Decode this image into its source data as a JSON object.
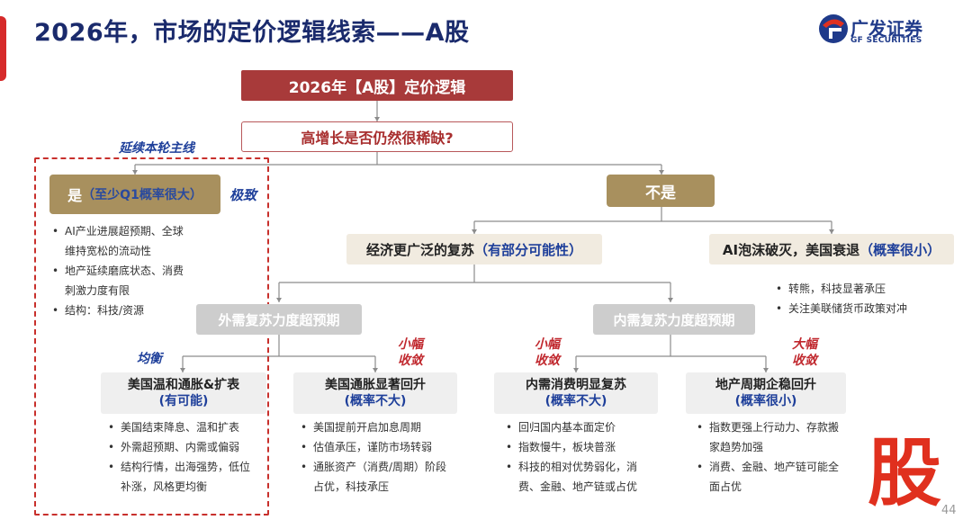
{
  "header": {
    "title": "2026年，市场的定价逻辑线索——A股",
    "logo_cn": "广发证券",
    "logo_en": "GF SECURITIES"
  },
  "tree": {
    "root": "2026年【A股】定价逻辑",
    "question": "高增长是否仍然很稀缺?",
    "main_line_label": "延续本轮主线",
    "yes": {
      "text": "是",
      "note": "（至少Q1概率很大）",
      "tag": "极致",
      "bullets": [
        "AI产业进展超预期、全球维持宽松的流动性",
        "地产延续磨底状态、消费刺激力度有限",
        "结构：科技/资源"
      ]
    },
    "no": {
      "text": "不是"
    },
    "recovery": {
      "text": "经济更广泛的复苏",
      "note": "（有部分可能性）"
    },
    "bubble": {
      "text": "AI泡沫破灭，美国衰退",
      "note": "（概率很小）",
      "bullets": [
        "转熊，科技显著承压",
        "关注美联储货币政策对冲"
      ]
    },
    "external": {
      "text": "外需复苏力度超预期"
    },
    "domestic": {
      "text": "内需复苏力度超预期"
    },
    "tags": {
      "balance": "均衡",
      "small1": "小幅收敛",
      "small2": "小幅收敛",
      "large": "大幅收敛"
    },
    "leaves": [
      {
        "title": "美国温和通胀&扩表",
        "note": "(有可能)",
        "bullets": [
          "美国结束降息、温和扩表",
          "外需超预期、内需或偏弱",
          "结构行情，出海强势，低位补涨，风格更均衡"
        ]
      },
      {
        "title": "美国通胀显著回升",
        "note": "(概率不大)",
        "bullets": [
          "美国提前开启加息周期",
          "估值承压，谨防市场转弱",
          "通胀资产（消费/周期）阶段占优，科技承压"
        ]
      },
      {
        "title": "内需消费明显复苏",
        "note": "(概率不大)",
        "bullets": [
          "回归国内基本面定价",
          "指数慢牛，板块普涨",
          "科技的相对优势弱化，消费、金融、地产链或占优"
        ]
      },
      {
        "title": "地产周期企稳回升",
        "note": "(概率很小)",
        "bullets": [
          "指数更强上行动力、存款搬家趋势加强",
          "消费、金融、地产链可能全面占优"
        ]
      }
    ]
  },
  "stamp": "股",
  "page_number": "44",
  "colors": {
    "title_navy": "#1a2a6c",
    "root_red": "#a83a3a",
    "gold": "#a8905e",
    "accent_blue": "#1e3f9a",
    "accent_red": "#c0272d"
  }
}
